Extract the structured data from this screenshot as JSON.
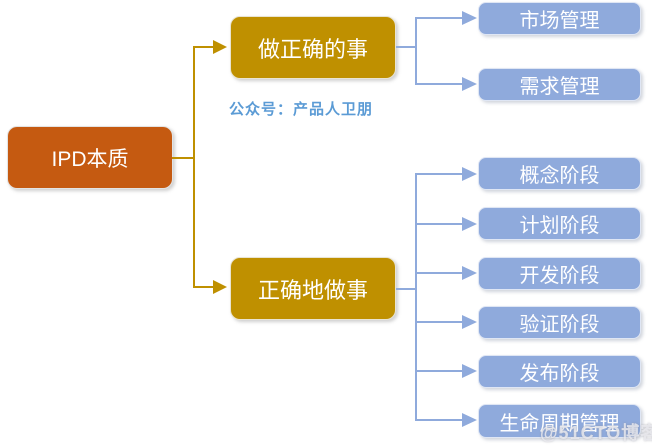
{
  "diagram": {
    "root": {
      "label": "IPD本质"
    },
    "branches": [
      {
        "label": "做正确的事",
        "children": [
          {
            "label": "市场管理"
          },
          {
            "label": "需求管理"
          }
        ]
      },
      {
        "label": "正确地做事",
        "children": [
          {
            "label": "概念阶段"
          },
          {
            "label": "计划阶段"
          },
          {
            "label": "开发阶段"
          },
          {
            "label": "验证阶段"
          },
          {
            "label": "发布阶段"
          },
          {
            "label": "生命周期管理"
          }
        ]
      }
    ]
  },
  "watermarks": {
    "wechat_label": "公众号：产品人卫朋",
    "site_label": "@51CTO博客"
  },
  "colors": {
    "root_fill": "#C55A11",
    "branch_fill": "#BF9000",
    "leaf_fill": "#8FAADC",
    "gold_connector": "#BF9000",
    "blue_connector": "#8FAADC",
    "wechat_text": "#5B9BD5",
    "node_text": "#FFFFFF"
  }
}
